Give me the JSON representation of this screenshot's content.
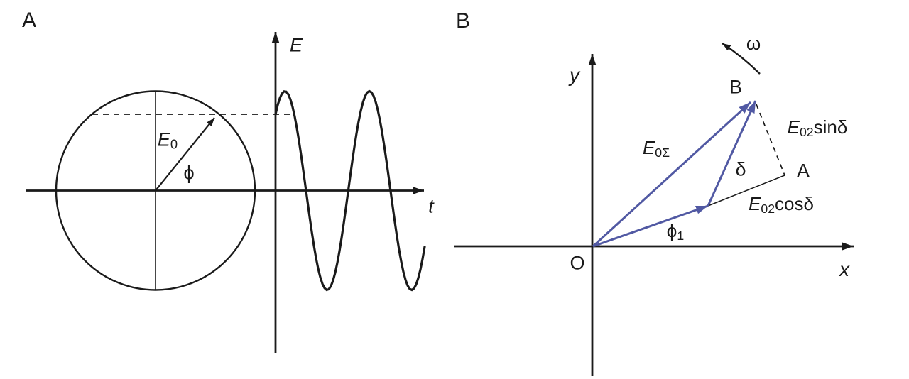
{
  "panel_a": {
    "label": "A",
    "vertical_axis_label": "E",
    "horizontal_axis_label": "t",
    "amplitude_label": {
      "base": "E",
      "sub": "0"
    },
    "phase_angle_label": "ϕ"
  },
  "panel_b": {
    "label": "B",
    "vertical_axis_label": "y",
    "horizontal_axis_label": "x",
    "origin_label": "O",
    "resultant_vector_label": {
      "base": "E",
      "sub": "0Σ"
    },
    "phase1_angle_label": {
      "base": "ϕ",
      "sub": "1"
    },
    "delta_angle_label": "δ",
    "angular_velocity_label": "ω",
    "point_b_label": "B",
    "point_a_label": "A",
    "sin_component_label": {
      "base": "E",
      "sub": "02",
      "suffix": "sinδ"
    },
    "cos_component_label": {
      "base": "E",
      "sub": "02",
      "suffix": "cosδ"
    }
  },
  "colors": {
    "ink": "#1a1a1a",
    "vector_blue": "#5159a3",
    "background": "#ffffff"
  }
}
